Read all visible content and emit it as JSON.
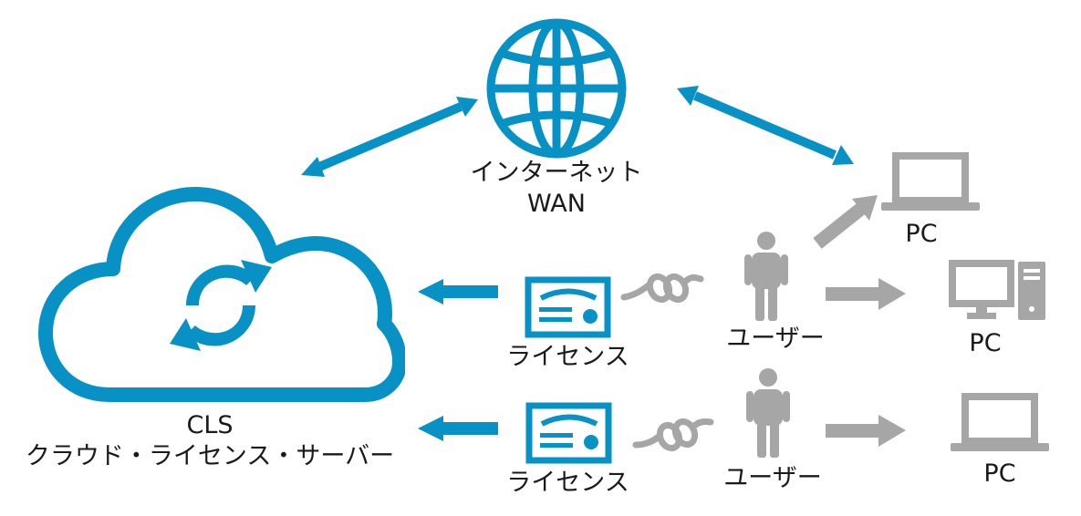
{
  "colors": {
    "blue": "#0891c5",
    "gray": "#a6a6a6",
    "text": "#1a1a1a"
  },
  "internet": {
    "icon": "globe-icon",
    "label_line1": "インターネット",
    "label_line2": "WAN"
  },
  "cloud": {
    "icon": "cloud-sync-icon",
    "label_line1": "CLS",
    "label_line2": "クラウド・ライセンス・サーバー"
  },
  "licenses": [
    {
      "icon": "license-certificate-icon",
      "label": "ライセンス"
    },
    {
      "icon": "license-certificate-icon",
      "label": "ライセンス"
    }
  ],
  "users": [
    {
      "icon": "user-icon",
      "label": "ユーザー"
    },
    {
      "icon": "user-icon",
      "label": "ユーザー"
    }
  ],
  "pcs": [
    {
      "icon": "laptop-icon",
      "label": "PC"
    },
    {
      "icon": "desktop-tower-icon",
      "label": "PC"
    },
    {
      "icon": "laptop-icon",
      "label": "PC"
    }
  ],
  "links": [
    {
      "from": "cloud",
      "to": "internet",
      "style": "double-arrow"
    },
    {
      "from": "internet",
      "to": "pc-1",
      "style": "double-arrow"
    },
    {
      "from": "license-1",
      "to": "cloud",
      "style": "arrow"
    },
    {
      "from": "license-2",
      "to": "cloud",
      "style": "arrow"
    },
    {
      "from": "user-1",
      "to": "license-1",
      "style": "knot"
    },
    {
      "from": "user-2",
      "to": "license-2",
      "style": "knot"
    },
    {
      "from": "user-1",
      "to": "pc-1",
      "style": "arrow"
    },
    {
      "from": "user-1",
      "to": "pc-2",
      "style": "arrow"
    },
    {
      "from": "user-2",
      "to": "pc-3",
      "style": "arrow"
    }
  ]
}
